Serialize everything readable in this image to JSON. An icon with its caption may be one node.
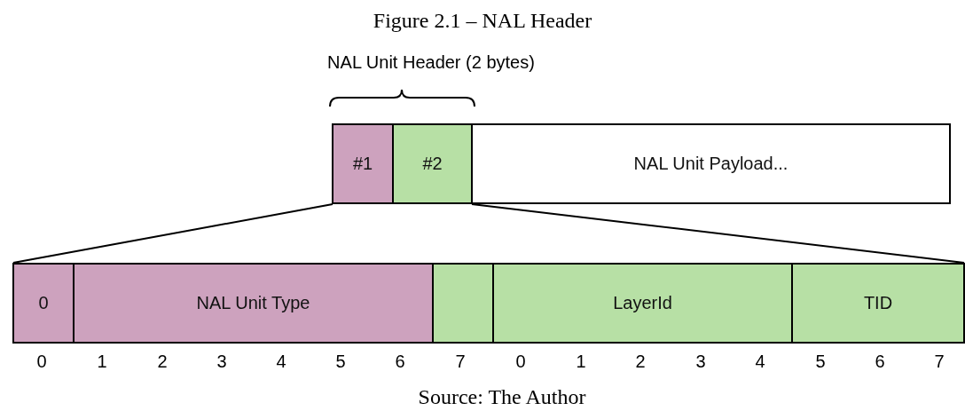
{
  "diagram": {
    "title": "Figure 2.1 – NAL Header",
    "caption": "Source: The Author",
    "nodes": [
      {
        "text": [
          "#1"
        ]
      },
      {
        "text": [
          "#2"
        ]
      },
      {
        "text": [
          "NAL Unit Payload..."
        ]
      },
      {
        "text": [
          "0"
        ]
      },
      {
        "text": [
          "NAL Unit Type"
        ]
      },
      {
        "text": [],
        "shape": "box"
      },
      {
        "text": [
          "LayerId"
        ]
      },
      {
        "text": [
          "TID"
        ]
      }
    ],
    "edges": [
      {
        "from": 0,
        "to": 3,
        "arrow": "none"
      },
      {
        "from": 1,
        "to": 7,
        "arrow": "none"
      }
    ],
    "labels": [
      "NAL Unit Header (2 bytes)",
      "0",
      "1",
      "2",
      "3",
      "4",
      "5",
      "6",
      "7",
      "0",
      "1",
      "2",
      "3",
      "4",
      "5",
      "6",
      "7"
    ]
  }
}
